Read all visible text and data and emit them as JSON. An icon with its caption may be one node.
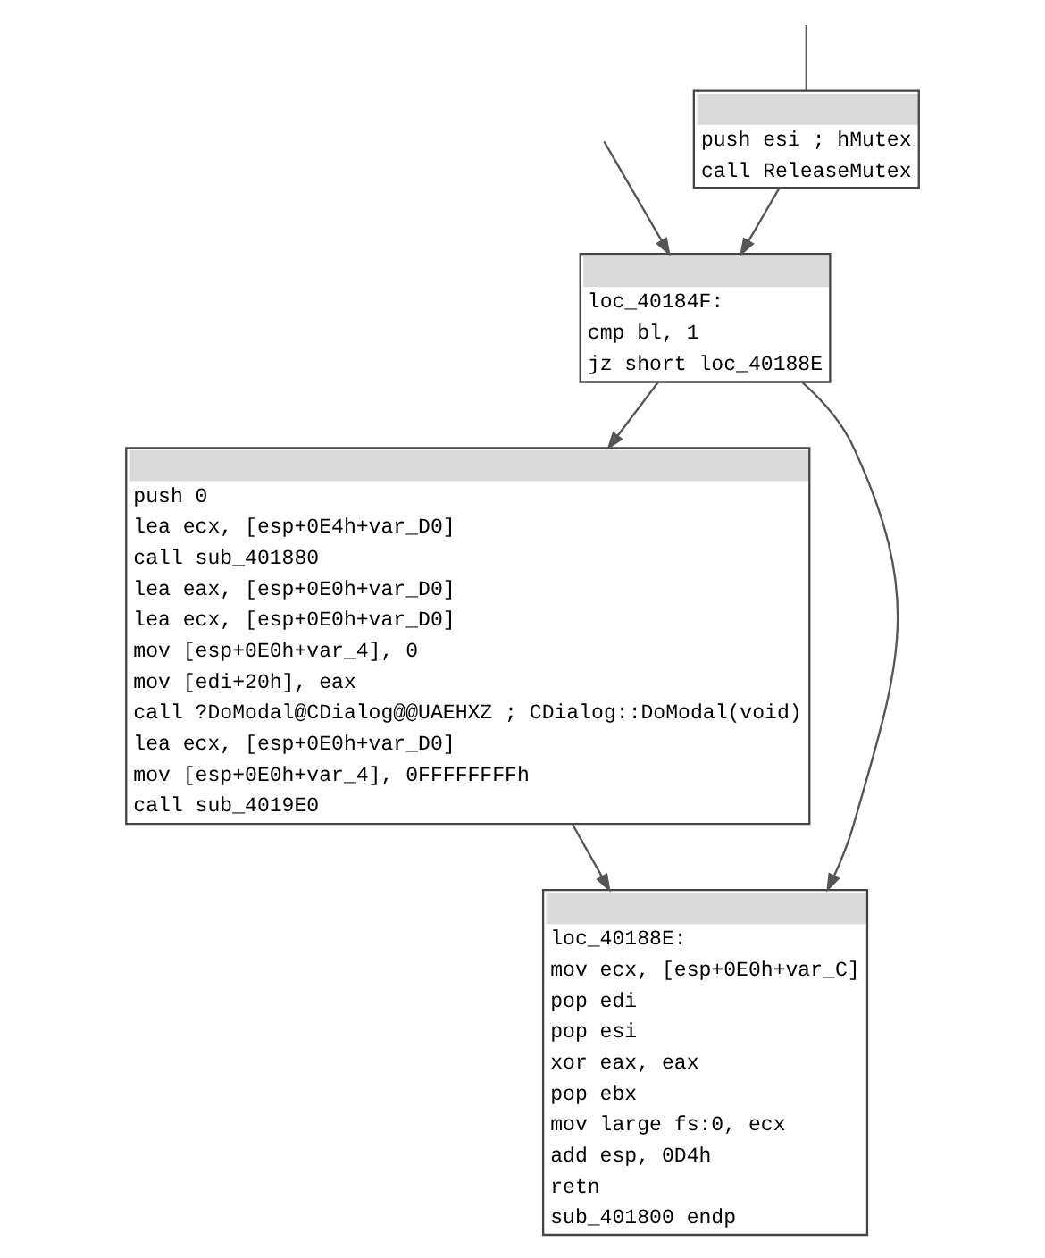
{
  "diagram": {
    "nodes": [
      {
        "text": [
          "push esi ; hMutex",
          "call ReleaseMutex"
        ]
      },
      {
        "text": [
          "loc_40184F:",
          "cmp bl, 1",
          "jz short loc_40188E"
        ]
      },
      {
        "text": [
          "push 0",
          "lea ecx, [esp+0E4h+var_D0]",
          "call sub_401880",
          "lea eax, [esp+0E0h+var_D0]",
          "lea ecx, [esp+0E0h+var_D0]",
          "mov [esp+0E0h+var_4], 0",
          "mov [edi+20h], eax",
          "call ?DoModal@CDialog@@UAEHXZ ; CDialog::DoModal(void)",
          "lea ecx, [esp+0E0h+var_D0]",
          "mov [esp+0E0h+var_4], 0FFFFFFFFh",
          "call sub_4019E0"
        ]
      },
      {
        "text": [
          "loc_40188E:",
          "mov ecx, [esp+0E0h+var_C]",
          "pop edi",
          "pop esi",
          "xor eax, eax",
          "pop ebx",
          "mov large fs:0, ecx",
          "add esp, 0D4h",
          "retn",
          "sub_401800 endp"
        ]
      }
    ],
    "edges": [
      {
        "from": null,
        "to": 0,
        "arrow": "none"
      },
      {
        "from": 0,
        "to": 1,
        "arrow": "to"
      },
      {
        "from": null,
        "to": 1,
        "arrow": "to"
      },
      {
        "from": 1,
        "to": 2,
        "arrow": "to"
      },
      {
        "from": 1,
        "to": 3,
        "arrow": "to"
      },
      {
        "from": 2,
        "to": 3,
        "arrow": "to"
      }
    ]
  }
}
